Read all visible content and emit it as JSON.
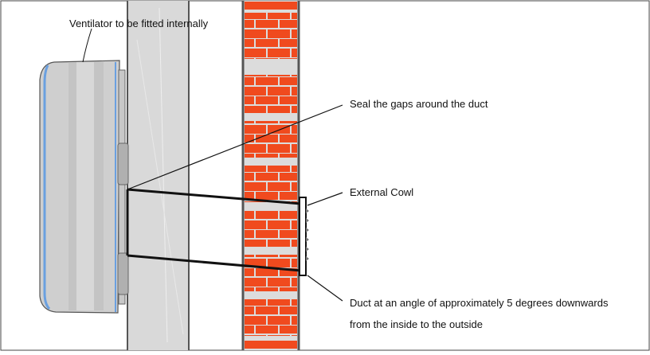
{
  "labels": {
    "ventilator": "Ventilator to be fitted internally",
    "seal": "Seal the gaps around the duct",
    "cowl": "External Cowl",
    "duct_line1": "Duct at an angle of approximately 5 degrees downwards",
    "duct_line2": "from the inside to the outside"
  },
  "colors": {
    "brick": "#f04a1e",
    "mortar": "#dcdcdc",
    "wall_inner": "#d9d9d9",
    "ventilator_body": "#cfcfcf",
    "ventilator_accent": "#6aa0e0",
    "stroke": "#111111"
  }
}
